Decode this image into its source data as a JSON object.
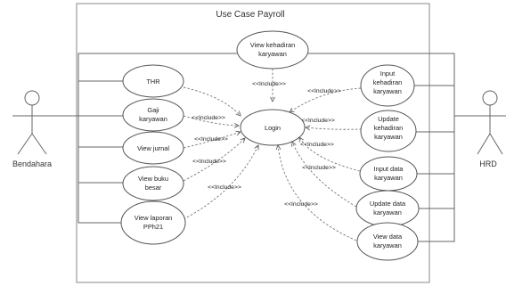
{
  "diagram": {
    "title": "Use Case Payroll",
    "actors": [
      {
        "id": "bendahara",
        "label": "Bendahara"
      },
      {
        "id": "hrd",
        "label": "HRD"
      }
    ],
    "use_cases": [
      {
        "id": "view-kehadiran",
        "lines": [
          "View kehadiran",
          "karyawan"
        ]
      },
      {
        "id": "thr",
        "lines": [
          "THR"
        ]
      },
      {
        "id": "gaji-karyawan",
        "lines": [
          "Gaji",
          "karyawan"
        ]
      },
      {
        "id": "view-jurnal",
        "lines": [
          "View jurnal"
        ]
      },
      {
        "id": "view-buku-besar",
        "lines": [
          "View buku",
          "besar"
        ]
      },
      {
        "id": "view-laporan-pph21",
        "lines": [
          "View laporan",
          "PPh21"
        ]
      },
      {
        "id": "login",
        "lines": [
          "Login"
        ]
      },
      {
        "id": "input-kehadiran",
        "lines": [
          "Input",
          "kehadiran",
          "karyawan"
        ]
      },
      {
        "id": "update-kehadiran",
        "lines": [
          "Update",
          "kehadiran",
          "karyawan"
        ]
      },
      {
        "id": "input-data",
        "lines": [
          "Input data",
          "karyawan"
        ]
      },
      {
        "id": "update-data",
        "lines": [
          "Update data",
          "karyawan"
        ]
      },
      {
        "id": "view-data",
        "lines": [
          "View data",
          "karyawan"
        ]
      }
    ],
    "include_label": "<<Include>>"
  }
}
